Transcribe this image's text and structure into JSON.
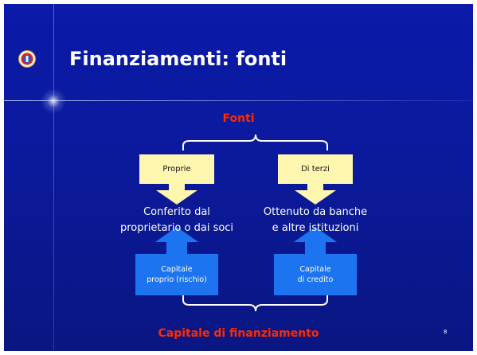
{
  "slide": {
    "title": "Finanziamenti: fonti",
    "page_number": "8"
  },
  "diagram": {
    "top_label": "Fonti",
    "bottom_label": "Capitale di finanziamento",
    "left": {
      "source_label": "Proprie",
      "description": [
        "Conferito dal",
        "proprietario o dai soci"
      ],
      "capital_label": [
        "Capitale",
        "proprio (rischio)"
      ]
    },
    "right": {
      "source_label": "Di terzi",
      "description": [
        "Ottenuto da banche",
        "e altre istituzioni"
      ],
      "capital_label": [
        "Capitale",
        "di credito"
      ]
    }
  },
  "colors": {
    "background": "#0b1aa8",
    "accent_red": "#ff2a00",
    "source_box": "#fff6b0",
    "capital_box": "#1c74f0",
    "arrow_yellow": "#fff6b0",
    "arrow_blue": "#1c74f0"
  },
  "icons": {
    "logo": "university-seal-icon"
  }
}
